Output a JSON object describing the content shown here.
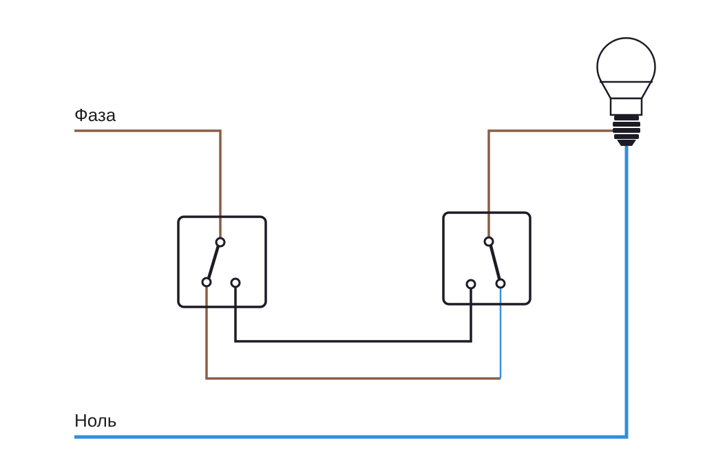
{
  "diagram": {
    "title": "Two-way (pass-through) switch wiring diagram",
    "labels": {
      "phase": "Фаза",
      "neutral": "Ноль"
    },
    "colors": {
      "phase_wire": "#8a5f46",
      "traveler_wire": "#1d1c26",
      "neutral_wire": "#2f8fe0",
      "outline": "#1d1c26",
      "background": "#ffffff"
    },
    "components": [
      {
        "id": "switch-1",
        "type": "two-way-switch",
        "state": "common-to-lower-left"
      },
      {
        "id": "switch-2",
        "type": "two-way-switch",
        "state": "common-to-lower-right"
      },
      {
        "id": "lamp",
        "type": "light-bulb"
      }
    ],
    "connections": [
      {
        "from": "phase-input",
        "to": "switch-1.common",
        "color": "brown"
      },
      {
        "from": "switch-1.left",
        "to": "switch-2.right",
        "color": "brown"
      },
      {
        "from": "switch-1.right",
        "to": "switch-2.left",
        "color": "black"
      },
      {
        "from": "switch-2.common",
        "to": "lamp",
        "color": "brown"
      },
      {
        "from": "lamp",
        "to": "neutral-input",
        "color": "blue"
      }
    ]
  }
}
